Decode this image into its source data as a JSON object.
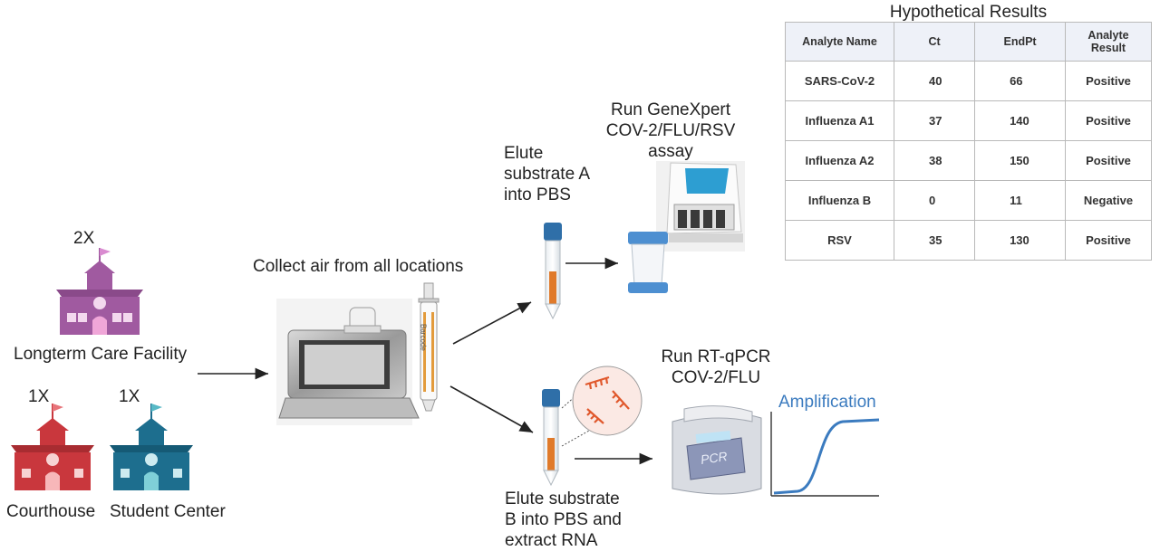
{
  "locations": {
    "longterm": {
      "count": "2X",
      "label": "Longterm Care Facility",
      "color": "#a05aa0"
    },
    "courthouse": {
      "count": "1X",
      "label": "Courthouse",
      "color": "#c9373d"
    },
    "student": {
      "count": "1X",
      "label": "Student Center",
      "color": "#1d6e8e"
    }
  },
  "steps": {
    "collect": "Collect air from all locations",
    "elute_a": "Elute\nsubstrate A\ninto PBS",
    "elute_b": "Elute substrate\nB into PBS and\nextract RNA",
    "genexpert": "Run GeneXpert\nCOV-2/FLU/RSV\nassay",
    "rtqpcr": "Run RT-qPCR\nCOV-2/FLU",
    "amplification": "Amplification",
    "barcode": "Barcode",
    "pcr_label": "PCR"
  },
  "results": {
    "title": "Hypothetical Results",
    "headers": [
      "Analyte Name",
      "Ct",
      "EndPt",
      "Analyte Result"
    ],
    "rows": [
      [
        "SARS-CoV-2",
        "40",
        "66",
        "Positive"
      ],
      [
        "Influenza A1",
        "37",
        "140",
        "Positive"
      ],
      [
        "Influenza A2",
        "38",
        "150",
        "Positive"
      ],
      [
        "Influenza B",
        "0",
        "11",
        "Negative"
      ],
      [
        "RSV",
        "35",
        "130",
        "Positive"
      ]
    ]
  }
}
